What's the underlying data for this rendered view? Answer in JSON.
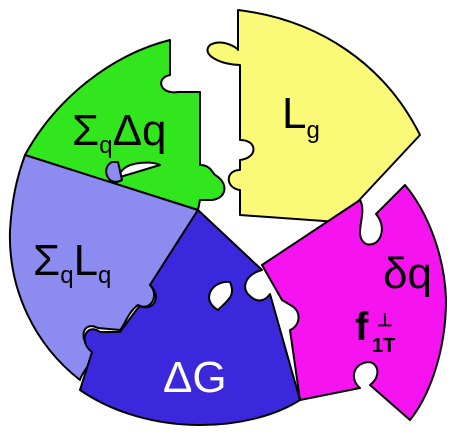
{
  "colors": {
    "green": "#32e61e",
    "yellow": "#fafa78",
    "lavender": "#8c8cf0",
    "blue": "#3c28dc",
    "magenta": "#f514f0"
  },
  "pieces": {
    "gluon_spin": {
      "main": "Σ",
      "sub": "q",
      "tail": "Δq"
    },
    "gluon_orbital": {
      "main": "L",
      "sub": "g"
    },
    "quark_orbital": {
      "main": "Σ",
      "sub": "q",
      "tail": "L",
      "tail_sub": "q"
    },
    "gluon_polarization": {
      "main": "ΔG"
    },
    "transversity": {
      "main": "δq"
    },
    "sivers": {
      "main": "f",
      "sub": "1T",
      "sup": "⊥"
    }
  }
}
